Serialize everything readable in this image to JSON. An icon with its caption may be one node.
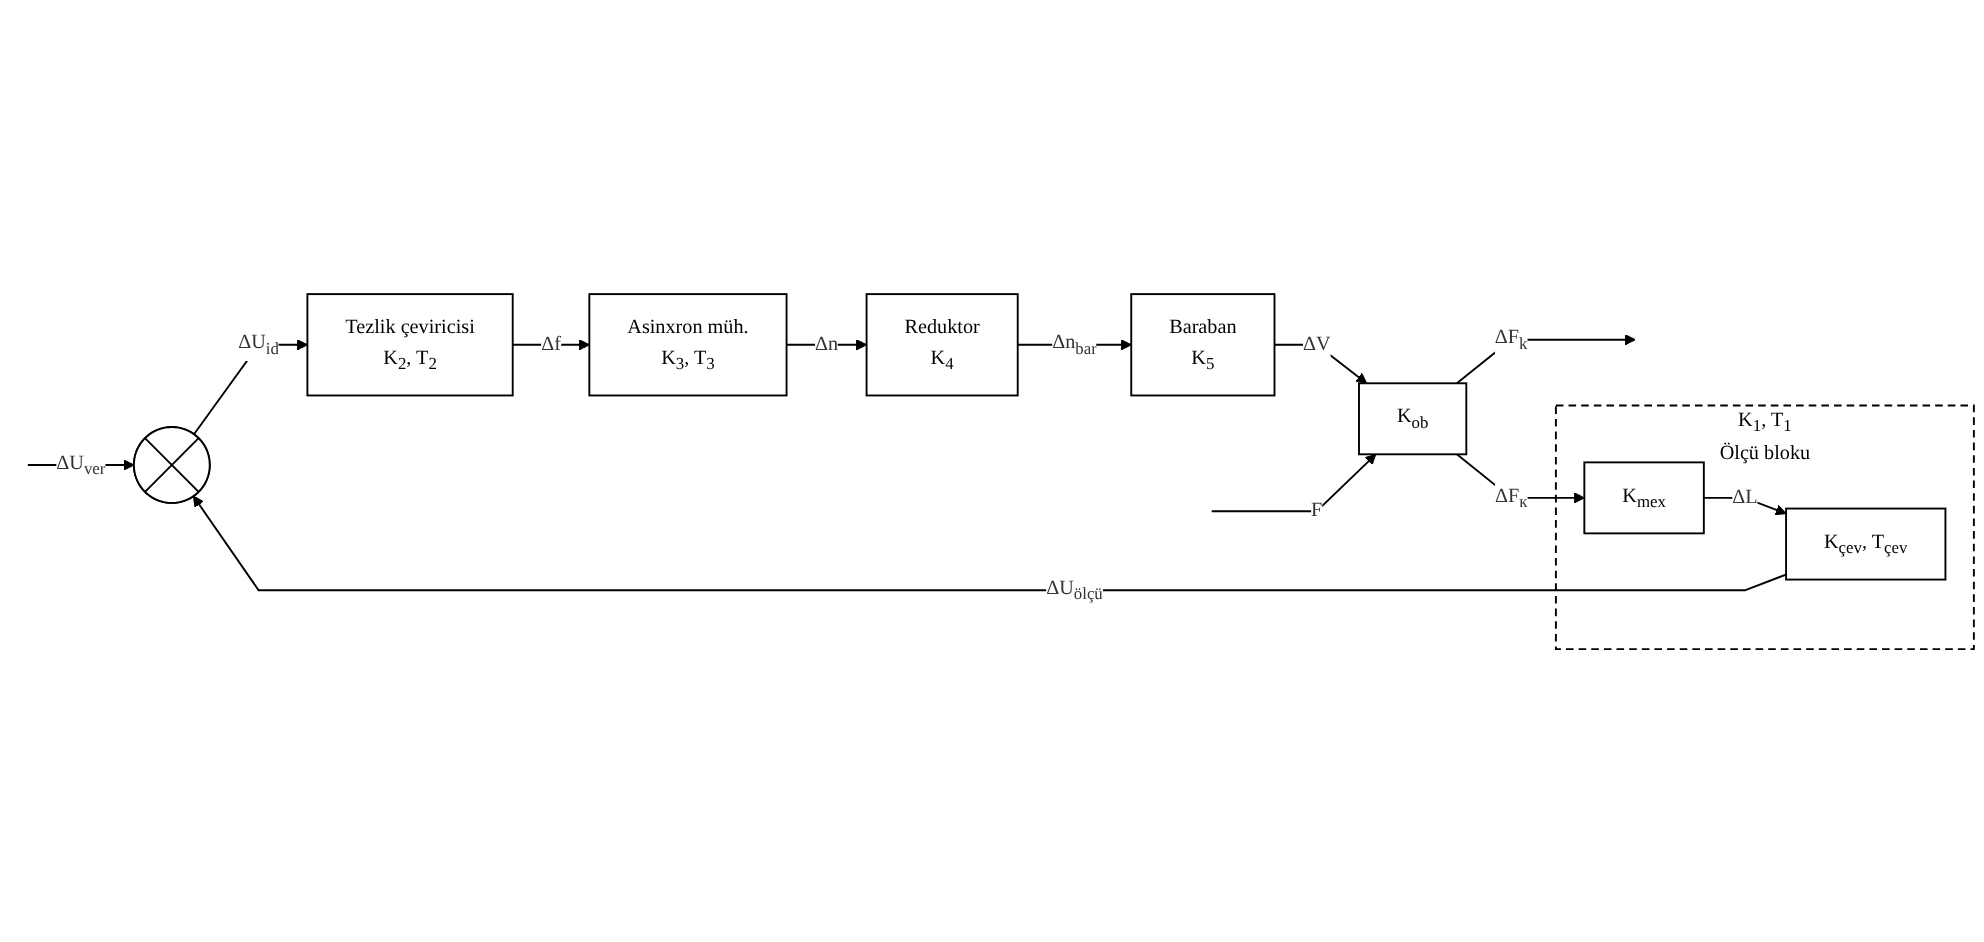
{
  "diagram": {
    "nodes": [
      {
        "text": [],
        "shape": "circle"
      },
      {
        "text": [
          "Tezlik çeviricisi",
          "K$_{2}$, T$_{2}$"
        ]
      },
      {
        "text": [
          "Asinxron müh.",
          "K$_{3}$, T$_{3}$"
        ]
      },
      {
        "text": [
          "Reduktor",
          "K$_{4}$"
        ]
      },
      {
        "text": [
          "Baraban",
          "K$_{5}$"
        ]
      },
      {
        "text": [
          "K$_{ob}$"
        ]
      },
      {
        "text": [
          "K$_{1}$, T$_{1}$",
          "Ölçü bloku"
        ]
      },
      {
        "text": [
          "K$_{çev}$, T$_{çev}$"
        ],
        "in": 6
      },
      {
        "text": [
          "K$_{mex}$"
        ],
        "in": 6
      }
    ],
    "edges": [
      {
        "from": null,
        "to": 0,
        "arrow": "to",
        "label": "ΔU$_{ver}$"
      },
      {
        "from": 0,
        "to": 1,
        "arrow": "to",
        "label": "ΔU$_{id}$"
      },
      {
        "from": 1,
        "to": 2,
        "arrow": "to",
        "label": "Δf"
      },
      {
        "from": 2,
        "to": 3,
        "arrow": "to",
        "label": "Δn"
      },
      {
        "from": 3,
        "to": 4,
        "arrow": "to",
        "label": "Δn$_{bar}$"
      },
      {
        "from": 4,
        "to": 5,
        "arrow": "to",
        "label": "ΔV"
      },
      {
        "from": null,
        "to": 5,
        "arrow": "to",
        "label": "F"
      },
      {
        "from": 5,
        "to": null,
        "arrow": "to",
        "label": "ΔF$_{k}$"
      },
      {
        "from": 5,
        "to": 8,
        "arrow": "to",
        "label": "ΔF$_{к}$"
      },
      {
        "from": 8,
        "to": 7,
        "arrow": "to",
        "label": "ΔL"
      },
      {
        "from": 7,
        "to": 0,
        "arrow": "to",
        "label": "ΔU$_{ölçü}$"
      }
    ]
  }
}
